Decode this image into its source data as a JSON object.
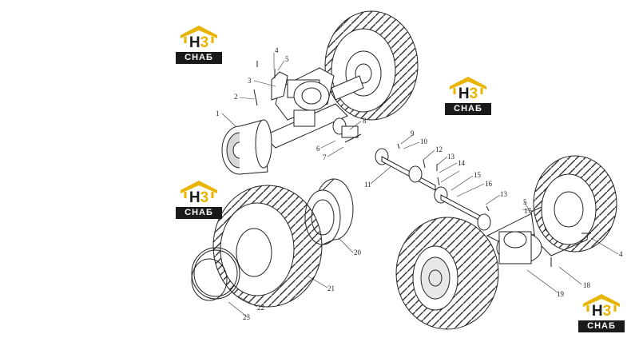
{
  "logo": {
    "letter_h": "H",
    "letter_3": "3",
    "word": "СНАБ",
    "accent": "#e8b400",
    "dark": "#1a1a1a"
  },
  "callouts": [
    "1",
    "2",
    "3",
    "4",
    "5",
    "6",
    "7",
    "8",
    "9",
    "10",
    "11",
    "12",
    "13",
    "14",
    "15",
    "16",
    "17",
    "18",
    "19",
    "20",
    "21",
    "22",
    "23"
  ],
  "callouts_repeat": [
    "4",
    "5",
    "13"
  ]
}
